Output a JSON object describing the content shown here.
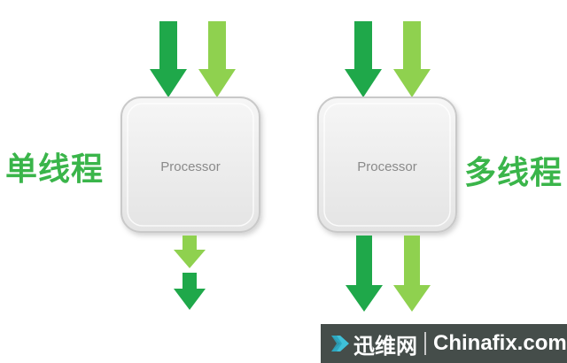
{
  "labels": {
    "single_thread": "单线程",
    "multi_thread": "多线程"
  },
  "processors": [
    {
      "label": "Processor"
    },
    {
      "label": "Processor"
    }
  ],
  "colors": {
    "dark_green": "#1fa84a",
    "light_green": "#8fd14f",
    "label_green": "#3ab54a",
    "box_fill": "#ededed",
    "box_border": "#c9c9c9",
    "watermark_bg": "#454d4a"
  },
  "watermark": {
    "logo_text": "迅维网",
    "site": "Chinafix.com",
    "icon": "chevron-logo-icon"
  }
}
